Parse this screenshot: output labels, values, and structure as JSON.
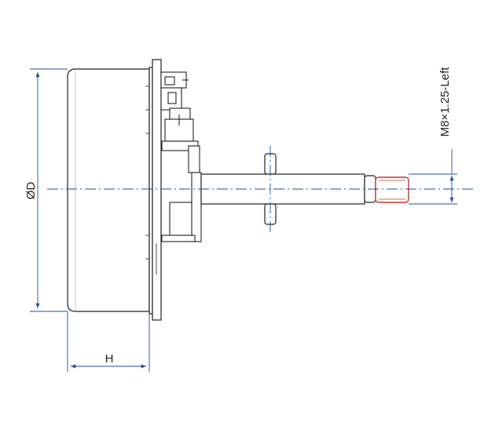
{
  "labels": {
    "diameter": "ØD",
    "height": "H",
    "thread": "M8×1.25-Left"
  },
  "colors": {
    "outline": "#222222",
    "dimension": "#1f4fa3",
    "thread": "#c0392b",
    "centerline": "#1f4fa3"
  }
}
